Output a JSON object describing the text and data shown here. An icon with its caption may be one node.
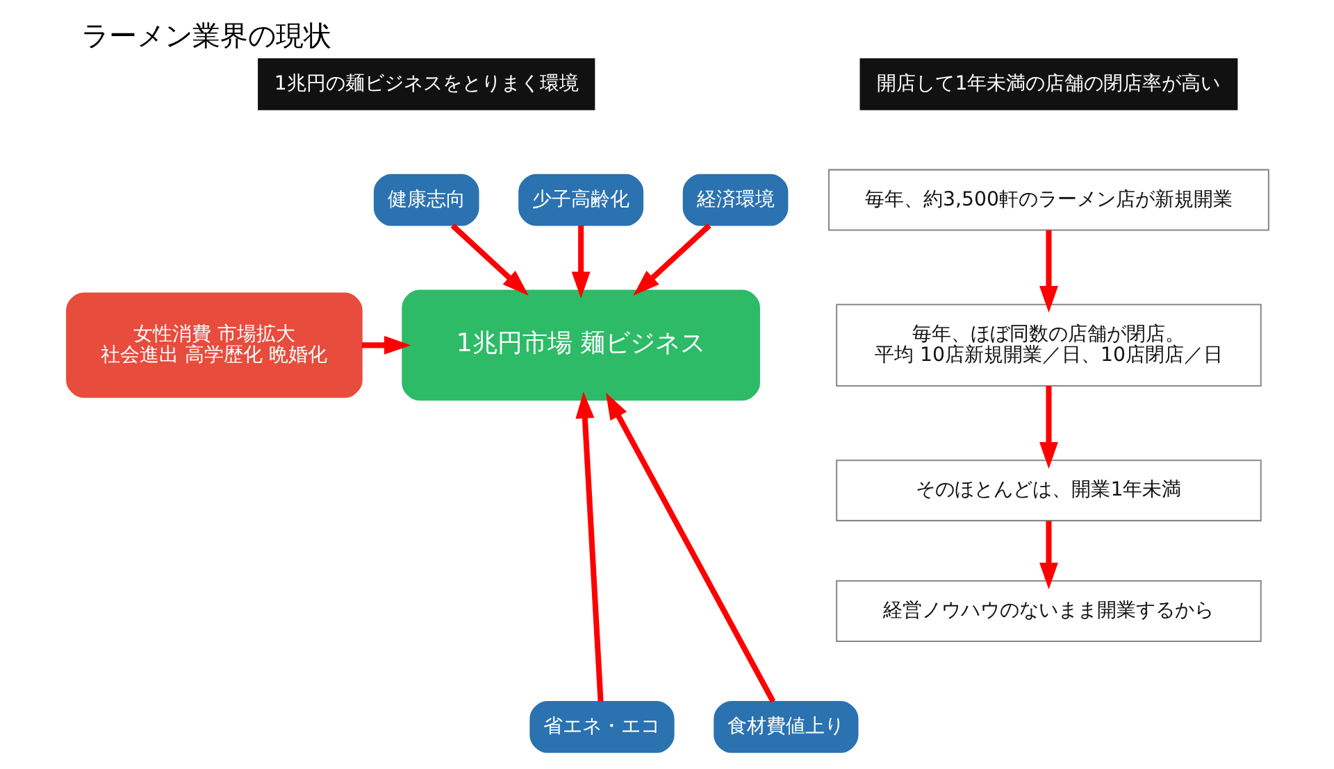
{
  "diagram": {
    "title": "ラーメン業界の現状",
    "nodes": [
      {
        "text": [
          "1兆円の麺ビジネスをとりまく環境"
        ]
      },
      {
        "text": [
          "開店して1年未満の店舗の閉店率が高い"
        ]
      },
      {
        "text": [
          "健康志向"
        ]
      },
      {
        "text": [
          "少子高齢化"
        ]
      },
      {
        "text": [
          "経済環境"
        ]
      },
      {
        "text": [
          "女性消費 市場拡大",
          "社会進出 高学歴化 晩婚化"
        ]
      },
      {
        "text": [
          "1兆円市場 麺ビジネス"
        ]
      },
      {
        "text": [
          "省エネ・エコ"
        ]
      },
      {
        "text": [
          "食材費値上り"
        ]
      },
      {
        "text": [
          "毎年、約3,500軒のラーメン店が新規開業"
        ]
      },
      {
        "text": [
          "毎年、ほぼ同数の店舗が閉店。",
          "平均 10店新規開業／日、10店閉店／日"
        ]
      },
      {
        "text": [
          "そのほとんどは、開業1年未満"
        ]
      },
      {
        "text": [
          "経営ノウハウのないまま開業するから"
        ]
      }
    ],
    "edges": [
      {
        "from": 2,
        "to": 6,
        "arrow": "to"
      },
      {
        "from": 3,
        "to": 6,
        "arrow": "to"
      },
      {
        "from": 4,
        "to": 6,
        "arrow": "to"
      },
      {
        "from": 5,
        "to": 6,
        "arrow": "to"
      },
      {
        "from": 7,
        "to": 6,
        "arrow": "to"
      },
      {
        "from": 8,
        "to": 6,
        "arrow": "to"
      },
      {
        "from": 9,
        "to": 10,
        "arrow": "to"
      },
      {
        "from": 10,
        "to": 11,
        "arrow": "to"
      },
      {
        "from": 11,
        "to": 12,
        "arrow": "to"
      }
    ]
  }
}
